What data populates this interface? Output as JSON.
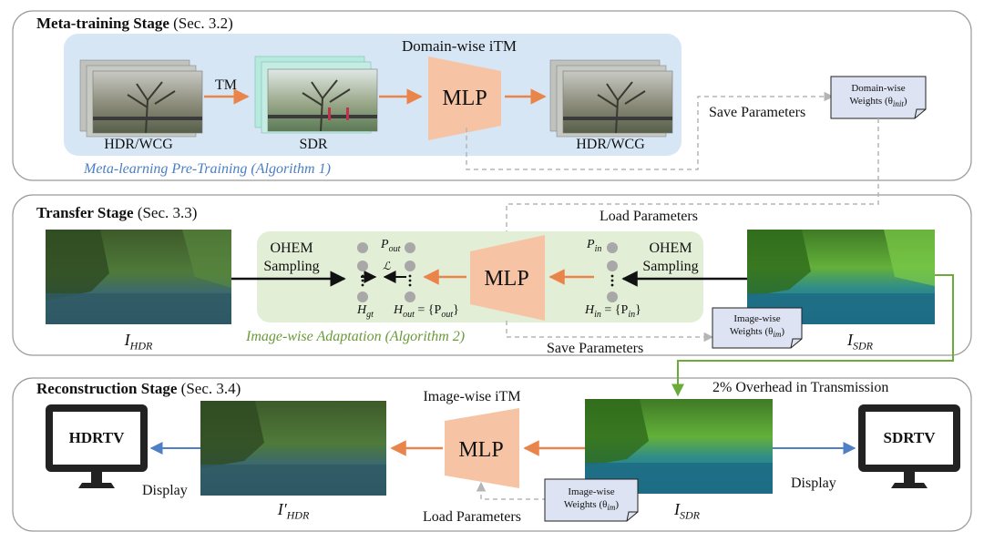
{
  "stages": {
    "meta": {
      "title": "Meta-training Stage",
      "sec": "(Sec. 3.2)"
    },
    "transfer": {
      "title": "Transfer Stage",
      "sec": "(Sec. 3.3)"
    },
    "recon": {
      "title": "Reconstruction Stage",
      "sec": "(Sec. 3.4)"
    }
  },
  "meta": {
    "domain_itm": "Domain-wise iTM",
    "tm": "TM",
    "mlp": "MLP",
    "hdr_wcg_left": "HDR/WCG",
    "sdr": "SDR",
    "hdr_wcg_right": "HDR/WCG",
    "pretraining": "Meta-learning Pre-Training (Algorithm 1)",
    "save_params": "Save Parameters",
    "weights_note_line1": "Domain-wise",
    "weights_note_line2": "Weights (θ",
    "weights_note_sub": "init",
    "weights_note_close": ")"
  },
  "transfer": {
    "load_params": "Load Parameters",
    "ohem_left_1": "OHEM",
    "ohem_left_2": "Sampling",
    "ohem_right_1": "OHEM",
    "ohem_right_2": "Sampling",
    "mlp": "MLP",
    "p_out": "P",
    "p_out_sub": "out",
    "loss": "ℒ",
    "h_gt": "H",
    "h_gt_sub": "gt",
    "h_out": "H",
    "h_out_sub": "out",
    "h_out_eq": " = {P",
    "h_out_eq_sub": "out",
    "h_out_close": "}",
    "p_in": "P",
    "p_in_sub": "in",
    "h_in": "H",
    "h_in_sub": "in",
    "h_in_eq": " = {P",
    "h_in_eq_sub": "in",
    "h_in_close": "}",
    "adaptation": "Image-wise Adaptation (Algorithm 2)",
    "save_params": "Save Parameters",
    "i_hdr": "I",
    "i_hdr_sub": "HDR",
    "i_sdr": "I",
    "i_sdr_sub": "SDR",
    "weights_note_line1": "Image-wise",
    "weights_note_line2": "Weights (θ",
    "weights_note_sub": "im",
    "weights_note_close": ")"
  },
  "recon": {
    "overhead": "2% Overhead in Transmission",
    "image_itm": "Image-wise iTM",
    "mlp": "MLP",
    "hdrtv": "HDRTV",
    "sdrtv": "SDRTV",
    "display_left": "Display",
    "display_right": "Display",
    "load_params": "Load  Parameters",
    "i_hdr_prime": "I′",
    "i_hdr_prime_sub": "HDR",
    "i_sdr": "I",
    "i_sdr_sub": "SDR",
    "weights_note_line1": "Image-wise",
    "weights_note_line2": "Weights (θ",
    "weights_note_sub": "im",
    "weights_note_close": ")"
  },
  "colors": {
    "orange_arrow": "#e9844a",
    "mlp_fill": "#f6c4a4",
    "meta_panel": "#d6e6f5",
    "transfer_panel": "#e3eed6",
    "blue_arrow": "#4f7fc4",
    "green_arrow": "#6aab3a",
    "dashed": "#b5b5b5",
    "note_fill": "#dde3f2"
  }
}
